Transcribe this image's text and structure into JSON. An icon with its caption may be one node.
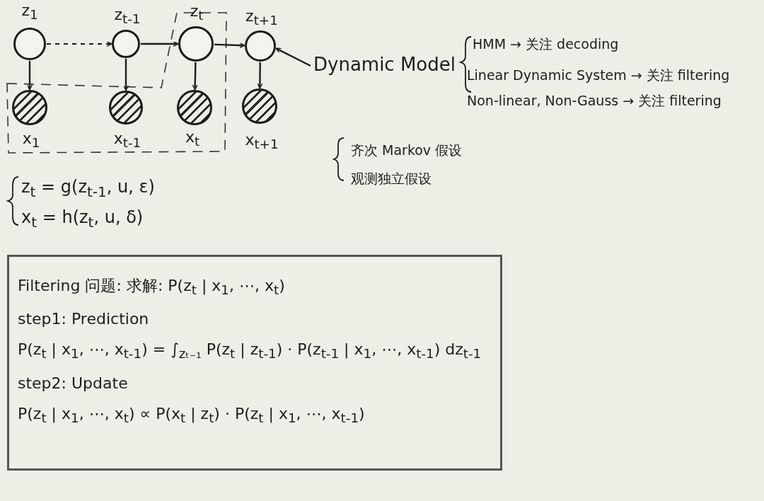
{
  "diagram": {
    "nodes": [
      {
        "text": [],
        "shape": "circle",
        "beside": [
          "z$_{1}$"
        ]
      },
      {
        "text": [],
        "shape": "circle",
        "beside": [
          "z$_{t-1}$"
        ]
      },
      {
        "text": [],
        "shape": "circle",
        "beside": [
          "z$_{t}$"
        ]
      },
      {
        "text": [],
        "shape": "circle",
        "beside": [
          "z$_{t+1}$"
        ]
      },
      {
        "text": [],
        "shape": "circle",
        "beside": [
          "x$_{1}$"
        ]
      },
      {
        "text": [],
        "shape": "circle",
        "beside": [
          "x$_{t-1}$"
        ]
      },
      {
        "text": [],
        "shape": "circle",
        "beside": [
          "x$_{t}$"
        ]
      },
      {
        "text": [],
        "shape": "circle",
        "beside": [
          "x$_{t+1}$"
        ]
      },
      {
        "text": [
          "Dynamic Model"
        ]
      },
      {
        "text": [
          "Filtering 问题: 求解: P(z$_{t}$ | x$_{1}$, ⋯, x$_{t}$)",
          "step1: Prediction",
          "P(z$_{t}$ | x$_{1}$, ⋯, x$_{t-1}$) = ∫$_{zₜ₋₁}$ P(z$_{t}$ | z$_{t-1}$) · P(z$_{t-1}$ | x$_{1}$, ⋯, x$_{t-1}$) dz$_{t-1}$",
          "step2: Update",
          "P(z$_{t}$ | x$_{1}$, ⋯, x$_{t}$) ∝ P(x$_{t}$ | z$_{t}$) · P(z$_{t}$ | x$_{1}$, ⋯, x$_{t-1}$)"
        ]
      }
    ],
    "edges": [
      {
        "from": 0,
        "to": 1,
        "arrow": "to",
        "style": "dashed"
      },
      {
        "from": 1,
        "to": 2,
        "arrow": "to"
      },
      {
        "from": 2,
        "to": 3,
        "arrow": "to"
      },
      {
        "from": 0,
        "to": 4,
        "arrow": "to"
      },
      {
        "from": 1,
        "to": 5,
        "arrow": "to"
      },
      {
        "from": 2,
        "to": 6,
        "arrow": "to"
      },
      {
        "from": 3,
        "to": 7,
        "arrow": "to"
      },
      {
        "from": 8,
        "to": 3,
        "arrow": "to"
      }
    ],
    "labels": [
      "HMM → 关注 decoding",
      "Linear Dynamic System → 关注 filtering",
      "Non-linear, Non-Gauss → 关注 filtering",
      "齐次 Markov 假设",
      "观测独立假设",
      "z$_{t}$ = g(z$_{t-1}$, u, ε)",
      "x$_{t}$ = h(z$_{t}$, u, δ)"
    ]
  }
}
